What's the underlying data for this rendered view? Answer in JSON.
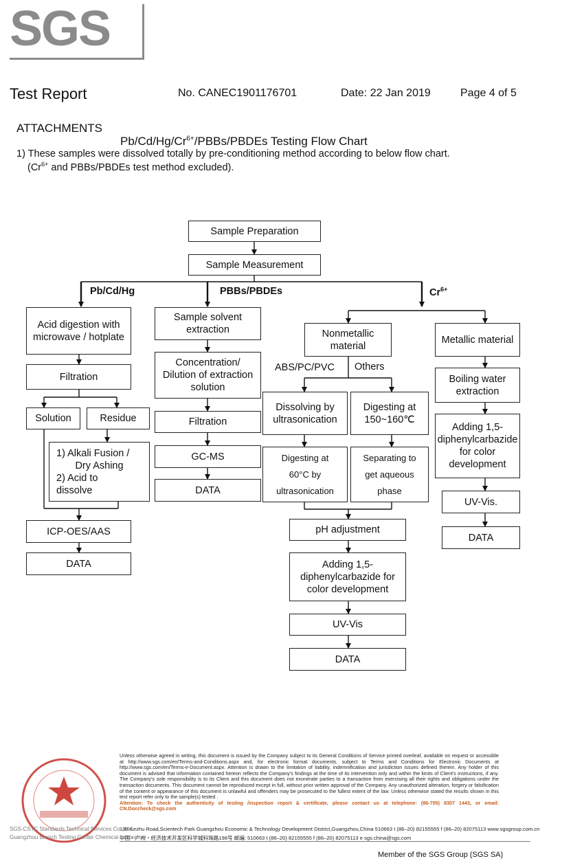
{
  "logo": {
    "text": "SGS"
  },
  "header": {
    "title": "Test Report",
    "number": "No. CANEC1901176701",
    "date": "Date: 22 Jan 2019",
    "page": "Page 4 of 5"
  },
  "attachments": {
    "heading": "ATTACHMENTS",
    "chart_title_pre": "Pb/Cd/Hg/Cr",
    "chart_title_sup": "6+",
    "chart_title_post": "/PBBs/PBDEs Testing Flow Chart",
    "note_line1": "1) These samples were dissolved totally by pre-conditioning method according to below flow chart.",
    "note_line2_pre": "(Cr",
    "note_line2_sup": "6+",
    "note_line2_post": " and PBBs/PBDEs test method excluded)."
  },
  "flow": {
    "sample_preparation": "Sample Preparation",
    "sample_measurement": "Sample Measurement",
    "branch_pbcdhg": "Pb/Cd/Hg",
    "branch_pbbs": "PBBs/PBDEs",
    "branch_cr": "Cr",
    "branch_cr_sup": "6+",
    "acid_digestion": "Acid digestion with microwave / hotplate",
    "filtration_left": "Filtration",
    "solution": "Solution",
    "residue": "Residue",
    "alkali_1": "1) Alkali Fusion /",
    "alkali_2": "Dry Ashing",
    "alkali_3": "2) Acid to",
    "alkali_4": "dissolve",
    "icp": "ICP-OES/AAS",
    "data_left": "DATA",
    "solvent_extraction": "Sample solvent extraction",
    "concentration": "Concentration/ Dilution of extraction solution",
    "filtration_mid": "Filtration",
    "gcms": "GC-MS",
    "data_mid": "DATA",
    "nonmetallic": "Nonmetallic material",
    "abs_pc_pvc": "ABS/PC/PVC",
    "others": "Others",
    "dissolving": "Dissolving by ultrasonication",
    "digesting_150": "Digesting at 150~160℃",
    "digesting_60_1": "Digesting at",
    "digesting_60_2": "60°C by",
    "digesting_60_3": "ultrasonication",
    "separating_1": "Separating to",
    "separating_2": "get aqueous",
    "separating_3": "phase",
    "ph_adjustment": "pH adjustment",
    "adding_center": "Adding 1,5-diphenylcarbazide for color development",
    "uvvis_center": "UV-Vis",
    "data_center": "DATA",
    "metallic": "Metallic material",
    "boiling": "Boiling water extraction",
    "adding_right": "Adding 1,5-diphenylcarbazide for color development",
    "uvvis_right": "UV-Vis.",
    "data_right": "DATA"
  },
  "footer": {
    "disclaimer": "Unless otherwise agreed in writing, this document is issued by the Company subject to its General Conditions of Service printed overleaf, available on request or accessible at http://www.sgs.com/en/Terms-and-Conditions.aspx and, for electronic format documents, subject to Terms and Conditions for Electronic Documents at http://www.sgs.com/en/Terms-e-Document.aspx. Attention is drawn to the limitation of liability, indemnification and jurisdiction issues defined therein. Any holder of this document is advised that information contained hereon reflects the Company's findings at the time of its intervention only and within the limits of Client's instructions, if any. The Company's sole responsibility is to its Client and this document does not exonerate parties to a transaction from exercising all their rights and obligations under the transaction documents. This document cannot be reproduced except in full, without prior written approval of the Company. Any unauthorized alteration, forgery or falsification of the content or appearance of this document is unlawful and offenders may be prosecuted to the fullest extent of the law. Unless otherwise stated the results shown in this test report refer only to the sample(s) tested .",
    "attention": "Attention: To check the authenticity of testing /inspection report & certificate, please contact us at telephone: (86-755) 8307 1443, or email: CN.Doccheck@sgs.com",
    "address_en": "198 Kezhu Road,Scientech Park Guangzhou Economic & Technology Development District,Guangzhou,China  510663   t (86–20) 82155555   f (86–20) 82075113   www.sgsgroup.com.cn",
    "address_cn": "中国・广州・经济技术开发区科学城科珠路198号                    邮编: 510663   t (86–20) 82155555   f (86–20) 82075113   e sgs.china@sgs.com",
    "lab_line1": "SGS-CSTC Standards Technical Services Co., Ltd.",
    "lab_line2": "Guangzhou Branch Testing Center Chemical Laboratory",
    "member": "Member of the SGS Group (SGS SA)"
  },
  "colors": {
    "logo_grey": "#8b8b8b",
    "seal_red": "#c8332a",
    "attention_orange": "#c85a1a"
  }
}
